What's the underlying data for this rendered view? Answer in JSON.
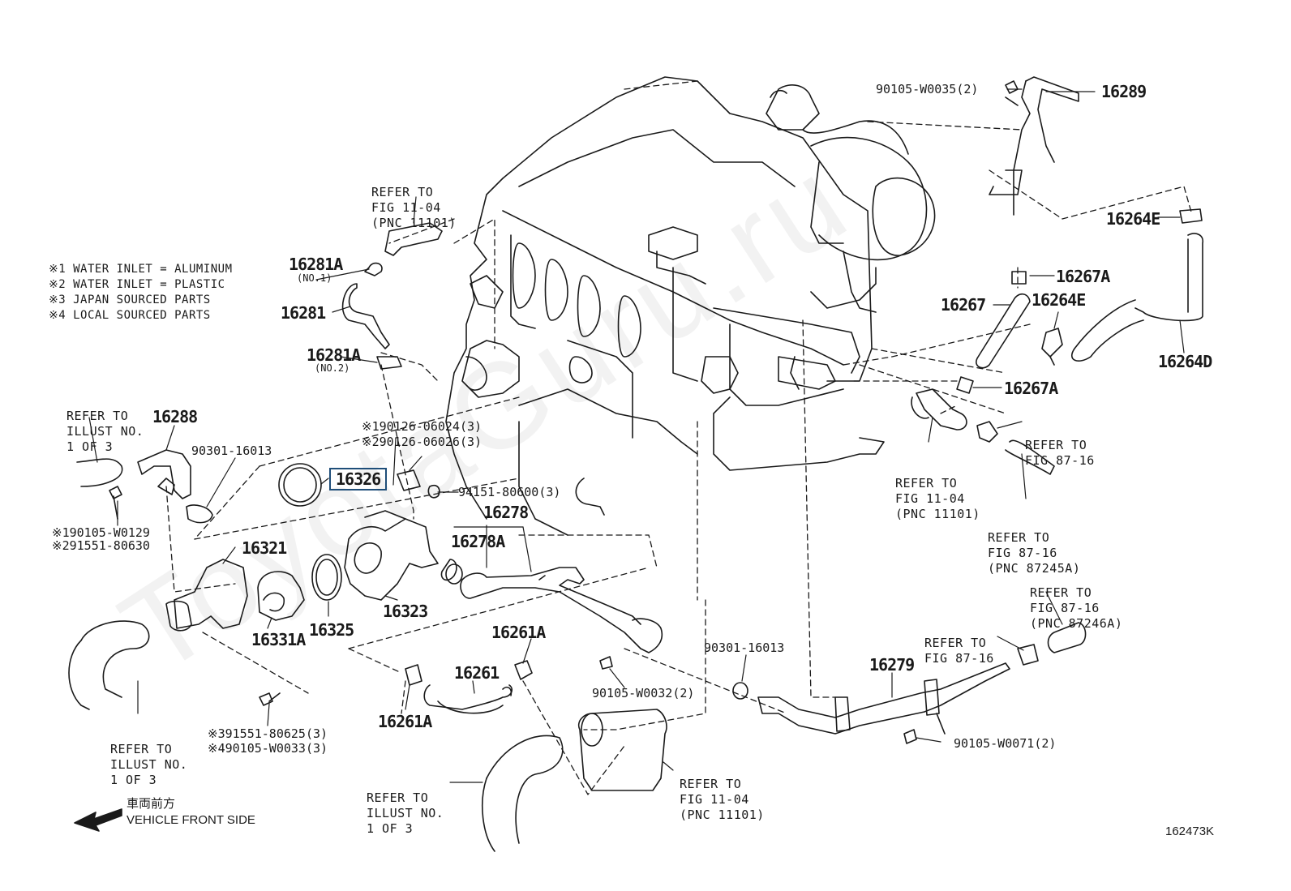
{
  "watermark": "ToyotaGuru.ru",
  "notes": [
    "※1 WATER INLET = ALUMINUM",
    "※2 WATER INLET = PLASTIC",
    "※3 JAPAN SOURCED PARTS",
    "※4 LOCAL SOURCED PARTS"
  ],
  "labels": {
    "p16289": "16289",
    "p90105_w0035": "90105-W0035(2)",
    "p16264e_top": "16264E",
    "p16267a_top": "16267A",
    "p16267": "16267",
    "p16264e_mid": "16264E",
    "p16264d": "16264D",
    "p16267a_mid": "16267A",
    "p16281a_1": "16281A",
    "p16281a_1_sub": "(NO.1)",
    "p16281": "16281",
    "p16281a_2": "16281A",
    "p16281a_2_sub": "(NO.2)",
    "p16288": "16288",
    "p90301_16013_a": "90301-16013",
    "p190126": "※190126-06024(3)",
    "p290126": "※290126-06026(3)",
    "p16326": "16326",
    "p94151": "94151-80600(3)",
    "p16278": "16278",
    "p16278a": "16278A",
    "p190105_w0129": "※190105-W0129",
    "p291551_80630": "※291551-80630",
    "p16321": "16321",
    "p16323": "16323",
    "p16331a": "16331A",
    "p16325": "16325",
    "p16261a_top": "16261A",
    "p16261": "16261",
    "p16261a_bot": "16261A",
    "p90105_w0032": "90105-W0032(2)",
    "p90301_16013_b": "90301-16013",
    "p16279": "16279",
    "p90105_w0071": "90105-W0071(2)",
    "p391551": "※391551-80625(3)",
    "p490105": "※490105-W0033(3)"
  },
  "refs": {
    "fig1104_top": [
      "REFER TO",
      "FIG 11-04",
      "(PNC 11101)"
    ],
    "illust_left": [
      "REFER TO",
      "ILLUST NO.",
      "1 OF 3"
    ],
    "fig8716_a": [
      "REFER TO",
      "FIG 87-16"
    ],
    "fig1104_right": [
      "REFER TO",
      "FIG 11-04",
      "(PNC 11101)"
    ],
    "fig8716_b": [
      "REFER TO",
      "FIG 87-16",
      "(PNC 87245A)"
    ],
    "fig8716_c": [
      "REFER TO",
      "FIG 87-16",
      "(PNC 87246A)"
    ],
    "fig8716_d": [
      "REFER TO",
      "FIG 87-16"
    ],
    "illust_bottom_left": [
      "REFER TO",
      "ILLUST NO.",
      "1 OF 3"
    ],
    "illust_bottom_mid": [
      "REFER TO",
      "ILLUST NO.",
      "1 OF 3"
    ],
    "fig1104_bottom": [
      "REFER TO",
      "FIG 11-04",
      "(PNC 11101)"
    ]
  },
  "front": {
    "japanese": "車両前方",
    "english": "VEHICLE FRONT SIDE"
  },
  "diagram_code": "162473K",
  "colors": {
    "line": "#1a1a1a",
    "highlight_border": "#1f4e79"
  }
}
